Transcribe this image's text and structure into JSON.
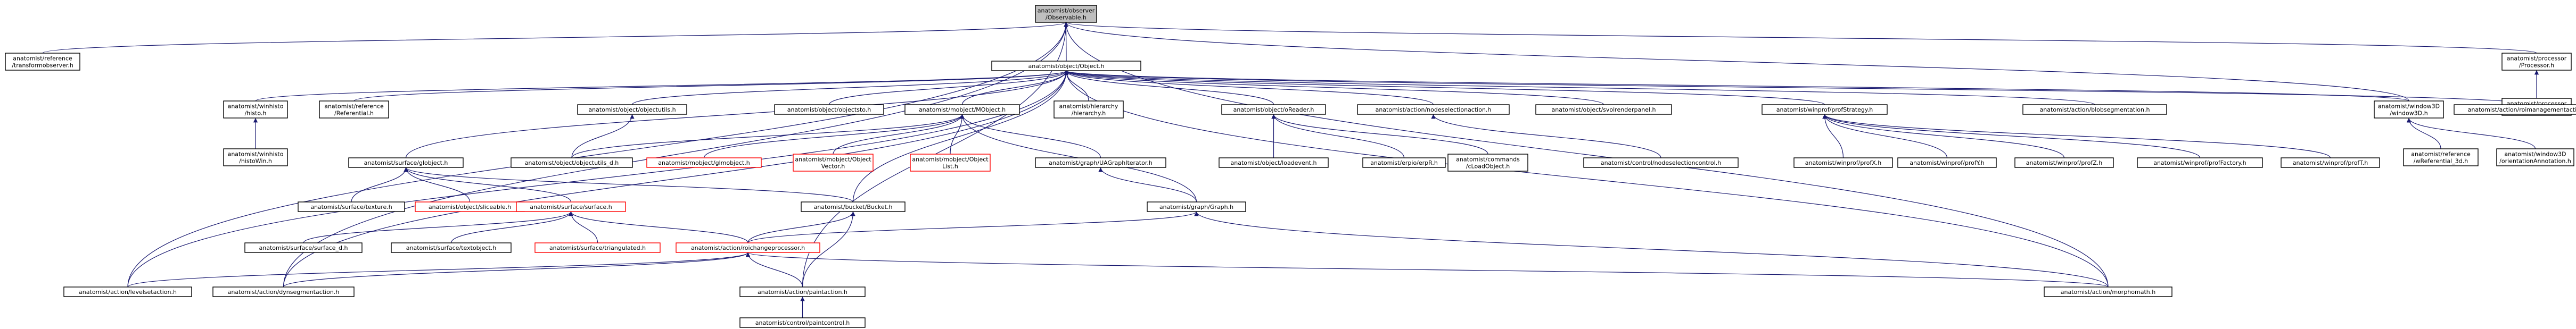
{
  "nodes": [
    {
      "id": "observable",
      "lines": [
        "anatomist/observer",
        "/Observable.h"
      ],
      "kind": "root"
    },
    {
      "id": "transformobserver",
      "lines": [
        "anatomist/reference",
        "/transformobserver.h"
      ],
      "kind": "normal"
    },
    {
      "id": "object",
      "lines": [
        "anatomist/object/Object.h"
      ],
      "kind": "normal"
    },
    {
      "id": "processor",
      "lines": [
        "anatomist/processor",
        "/Processor.h"
      ],
      "kind": "normal"
    },
    {
      "id": "writer",
      "lines": [
        "anatomist/processor",
        "/Writer.h"
      ],
      "kind": "normal"
    },
    {
      "id": "histo",
      "lines": [
        "anatomist/winhisto",
        "/histo.h"
      ],
      "kind": "normal"
    },
    {
      "id": "histowin",
      "lines": [
        "anatomist/winhisto",
        "/histoWin.h"
      ],
      "kind": "normal"
    },
    {
      "id": "referential",
      "lines": [
        "anatomist/reference",
        "/Referential.h"
      ],
      "kind": "normal"
    },
    {
      "id": "objectutils",
      "lines": [
        "anatomist/object/objectutils.h"
      ],
      "kind": "normal"
    },
    {
      "id": "objectutils_d",
      "lines": [
        "anatomist/object/objectutils_d.h"
      ],
      "kind": "normal"
    },
    {
      "id": "objectsto",
      "lines": [
        "anatomist/object/objectsto.h"
      ],
      "kind": "normal"
    },
    {
      "id": "mobject",
      "lines": [
        "anatomist/mobject/MObject.h"
      ],
      "kind": "normal"
    },
    {
      "id": "glmobject",
      "lines": [
        "anatomist/mobject/glmobject.h"
      ],
      "kind": "red"
    },
    {
      "id": "vector",
      "lines": [
        "anatomist/mobject/Object",
        "Vector.h"
      ],
      "kind": "red"
    },
    {
      "id": "objlist",
      "lines": [
        "anatomist/mobject/Object",
        "List.h"
      ],
      "kind": "red"
    },
    {
      "id": "uagraphiterator",
      "lines": [
        "anatomist/graph/UAGraphIterator.h"
      ],
      "kind": "normal"
    },
    {
      "id": "graph",
      "lines": [
        "anatomist/graph/Graph.h"
      ],
      "kind": "normal"
    },
    {
      "id": "hierarchy",
      "lines": [
        "anatomist/hierarchy",
        "/hierarchy.h"
      ],
      "kind": "normal"
    },
    {
      "id": "oreader",
      "lines": [
        "anatomist/object/oReader.h"
      ],
      "kind": "normal"
    },
    {
      "id": "loadevent",
      "lines": [
        "anatomist/object/loadevent.h"
      ],
      "kind": "normal"
    },
    {
      "id": "erpwraps",
      "lines": [
        "anatomist/erpio/erpR.h"
      ],
      "kind": "normal"
    },
    {
      "id": "loadobject",
      "lines": [
        "anatomist/commands",
        "/cLoadObject.h"
      ],
      "kind": "normal"
    },
    {
      "id": "nodeselaction",
      "lines": [
        "anatomist/action/nodeselectionaction.h"
      ],
      "kind": "normal"
    },
    {
      "id": "nodeselcontrol",
      "lines": [
        "anatomist/control/nodeselectioncontrol.h"
      ],
      "kind": "normal"
    },
    {
      "id": "svolrenderpanel",
      "lines": [
        "anatomist/object/svolrenderpanel.h"
      ],
      "kind": "normal"
    },
    {
      "id": "profstrategy",
      "lines": [
        "anatomist/winprof/profStrategy.h"
      ],
      "kind": "normal"
    },
    {
      "id": "profx",
      "lines": [
        "anatomist/winprof/profX.h"
      ],
      "kind": "normal"
    },
    {
      "id": "profy",
      "lines": [
        "anatomist/winprof/profY.h"
      ],
      "kind": "normal"
    },
    {
      "id": "profz",
      "lines": [
        "anatomist/winprof/profZ.h"
      ],
      "kind": "normal"
    },
    {
      "id": "proffactory",
      "lines": [
        "anatomist/winprof/profFactory.h"
      ],
      "kind": "normal"
    },
    {
      "id": "proft",
      "lines": [
        "anatomist/winprof/profT.h"
      ],
      "kind": "normal"
    },
    {
      "id": "blobseg",
      "lines": [
        "anatomist/action/blobsegmentation.h"
      ],
      "kind": "normal"
    },
    {
      "id": "window3d",
      "lines": [
        "anatomist/window3D",
        "/window3D.h"
      ],
      "kind": "normal"
    },
    {
      "id": "wreferential3d",
      "lines": [
        "anatomist/reference",
        "/wReferential_3d.h"
      ],
      "kind": "normal"
    },
    {
      "id": "orientannot",
      "lines": [
        "anatomist/window3D",
        "/orientationAnnotation.h"
      ],
      "kind": "normal"
    },
    {
      "id": "roimanagement",
      "lines": [
        "anatomist/action/roimanagementaction.h"
      ],
      "kind": "normal"
    },
    {
      "id": "glcomponent",
      "lines": [
        "anatomist/surface/globject.h"
      ],
      "kind": "normal"
    },
    {
      "id": "texture",
      "lines": [
        "anatomist/surface/texture.h"
      ],
      "kind": "normal"
    },
    {
      "id": "sliceable",
      "lines": [
        "anatomist/object/sliceable.h"
      ],
      "kind": "red"
    },
    {
      "id": "surface",
      "lines": [
        "anatomist/surface/surface.h"
      ],
      "kind": "red"
    },
    {
      "id": "surface_d",
      "lines": [
        "anatomist/surface/surface_d.h"
      ],
      "kind": "normal"
    },
    {
      "id": "textobject",
      "lines": [
        "anatomist/surface/textobject.h"
      ],
      "kind": "normal"
    },
    {
      "id": "triangulated",
      "lines": [
        "anatomist/surface/triangulated.h"
      ],
      "kind": "red"
    },
    {
      "id": "bucket",
      "lines": [
        "anatomist/bucket/Bucket.h"
      ],
      "kind": "normal"
    },
    {
      "id": "roichange",
      "lines": [
        "anatomist/action/roichangeprocessor.h"
      ],
      "kind": "red"
    },
    {
      "id": "levelset",
      "lines": [
        "anatomist/action/levelsetaction.h"
      ],
      "kind": "normal"
    },
    {
      "id": "dynseg",
      "lines": [
        "anatomist/action/dynsegmentaction.h"
      ],
      "kind": "normal"
    },
    {
      "id": "paintaction",
      "lines": [
        "anatomist/action/paintaction.h"
      ],
      "kind": "normal"
    },
    {
      "id": "paintcontrol",
      "lines": [
        "anatomist/control/paintcontrol.h"
      ],
      "kind": "normal"
    },
    {
      "id": "morphomath",
      "lines": [
        "anatomist/action/morphomath.h"
      ],
      "kind": "normal"
    }
  ]
}
